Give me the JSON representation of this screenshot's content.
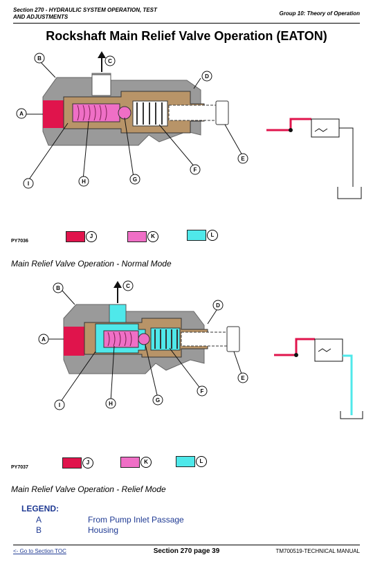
{
  "header": {
    "section_line1": "Section 270 - HYDRAULIC SYSTEM OPERATION, TEST",
    "section_line2": "AND ADJUSTMENTS",
    "group": "Group 10: Theory of Operation"
  },
  "title": "Rockshaft Main Relief Valve Operation (EATON)",
  "figures": [
    {
      "id": "PY7036",
      "caption": "Main Relief Valve Operation - Normal Mode",
      "color_key": [
        {
          "label": "J",
          "color": "#e0144c"
        },
        {
          "label": "K",
          "color": "#ef6fc6"
        },
        {
          "label": "L",
          "color": "#4fe8ea"
        }
      ],
      "callouts": [
        "A",
        "B",
        "C",
        "D",
        "E",
        "F",
        "G",
        "H",
        "I"
      ]
    },
    {
      "id": "PY7037",
      "caption": "Main Relief Valve Operation - Relief Mode",
      "color_key": [
        {
          "label": "J",
          "color": "#e0144c"
        },
        {
          "label": "K",
          "color": "#ef6fc6"
        },
        {
          "label": "L",
          "color": "#4fe8ea"
        }
      ],
      "callouts": [
        "A",
        "B",
        "C",
        "D",
        "E",
        "F",
        "G",
        "H",
        "I"
      ]
    }
  ],
  "legend": {
    "title": "LEGEND:",
    "items": [
      {
        "key": "A",
        "text": "From Pump Inlet Passage"
      },
      {
        "key": "B",
        "text": "Housing"
      }
    ]
  },
  "footer": {
    "toc_link": "<- Go to Section TOC",
    "page": "Section 270 page 39",
    "manual": "TM700519-TECHNICAL MANUAL"
  }
}
